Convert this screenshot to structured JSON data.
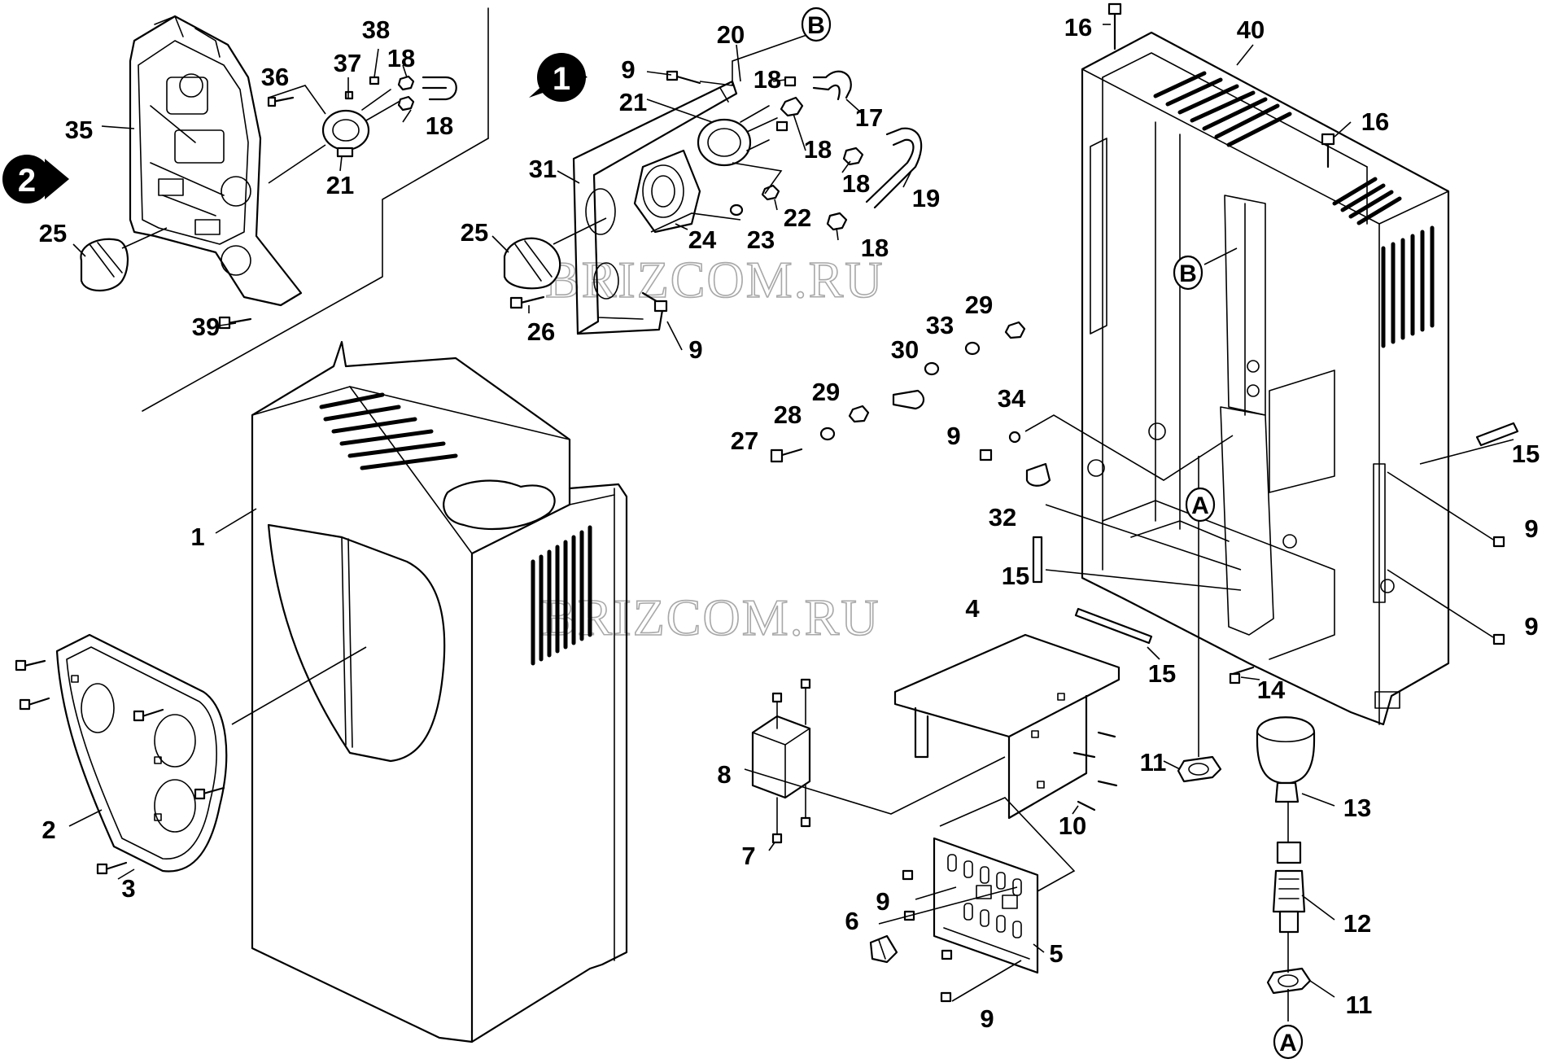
{
  "watermark": "BRIZCOM.RU",
  "step_markers": [
    {
      "id": "step-1",
      "label": "1"
    },
    {
      "id": "step-2",
      "label": "2"
    }
  ],
  "connector_markers": [
    {
      "id": "marker-b-top",
      "label": "B"
    },
    {
      "id": "marker-b-frame",
      "label": "B"
    },
    {
      "id": "marker-a-frame",
      "label": "A"
    },
    {
      "id": "marker-a-bottom",
      "label": "A"
    }
  ],
  "callouts": [
    "1",
    "2",
    "3",
    "4",
    "5",
    "6",
    "7",
    "8",
    "9",
    "9",
    "9",
    "9",
    "9",
    "9",
    "9",
    "10",
    "11",
    "11",
    "12",
    "13",
    "14",
    "15",
    "15",
    "15",
    "16",
    "16",
    "17",
    "18",
    "18",
    "18",
    "18",
    "18",
    "18",
    "19",
    "20",
    "21",
    "21",
    "22",
    "23",
    "24",
    "25",
    "25",
    "26",
    "27",
    "28",
    "29",
    "29",
    "30",
    "31",
    "32",
    "33",
    "34",
    "35",
    "36",
    "37",
    "38",
    "39",
    "40"
  ]
}
